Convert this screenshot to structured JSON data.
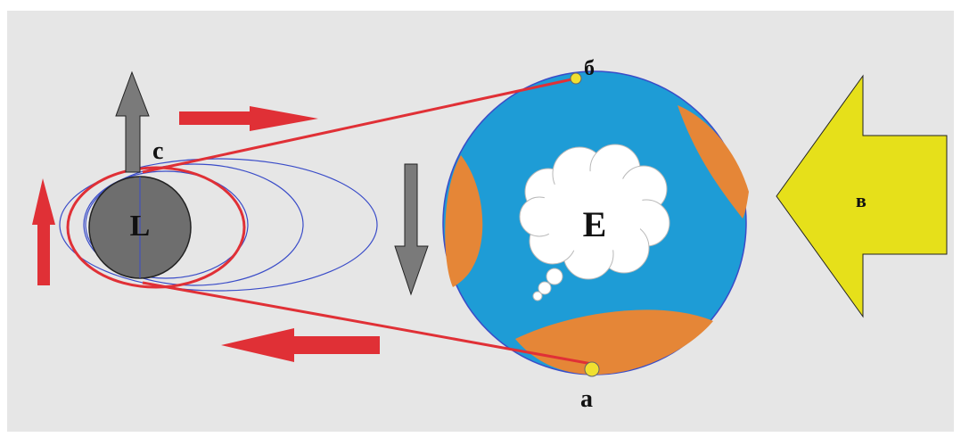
{
  "labels": {
    "moon": "L",
    "earth": "E",
    "point_top": "б",
    "point_bottom": "а",
    "point_c": "c",
    "sun_arrow": "в"
  },
  "colors": {
    "background": "#e6e6e6",
    "ocean": "#1e9cd6",
    "land": "#e58637",
    "orbit_red": "#e03030",
    "orbit_blue": "#3040c0",
    "moon": "#6e6e6e",
    "gray_arrow": "#7a7a7a",
    "red_arrow": "#e03036",
    "sun_arrow": "#e6e01a",
    "point": "#f0e030",
    "cloud": "#ffffff"
  }
}
